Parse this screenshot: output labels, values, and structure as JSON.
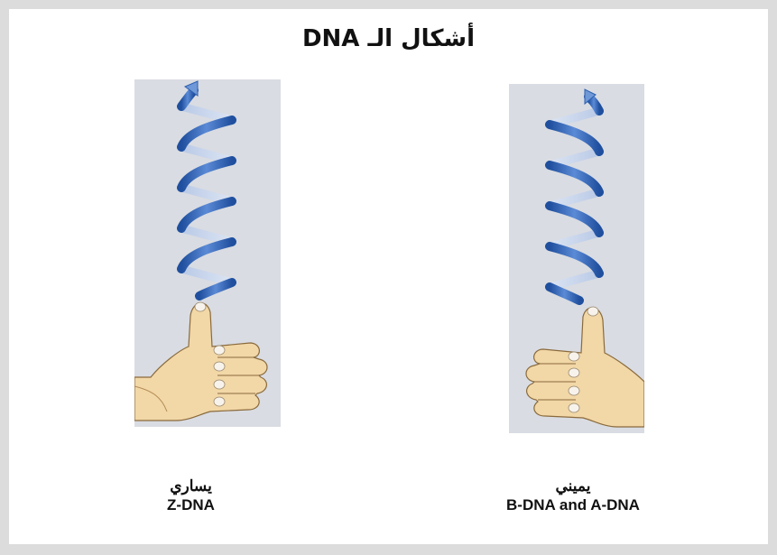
{
  "slide": {
    "title": "أشكال الـ DNA"
  },
  "left": {
    "label_ar": "يساري",
    "label_en": "Z-DNA",
    "helix_icon": "left-handed-helix-icon",
    "hand_icon": "thumbs-up-left-hand-icon"
  },
  "right": {
    "label_ar": "يميني",
    "label_en": "B-DNA and A-DNA",
    "helix_icon": "right-handed-helix-icon",
    "hand_icon": "thumbs-up-right-hand-icon"
  },
  "colors": {
    "helix_blue": "#2d5fb0",
    "panel_bg": "#d9dce2",
    "skin": "#f2d7a7"
  }
}
